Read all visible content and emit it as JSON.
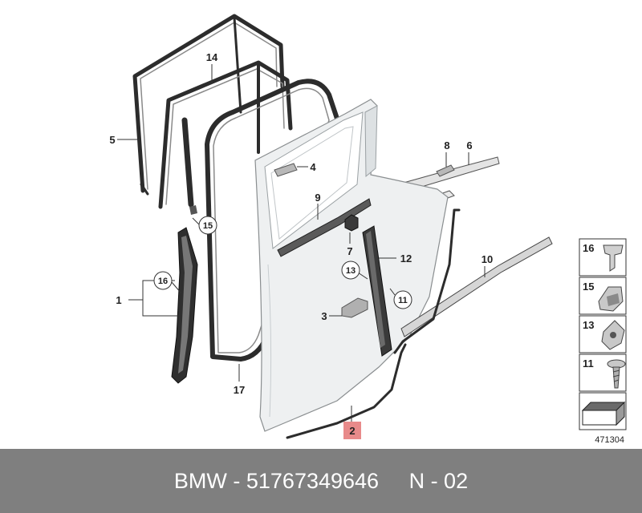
{
  "callouts": {
    "p1": "1",
    "p2": "2",
    "p3": "3",
    "p4": "4",
    "p5": "5",
    "p6": "6",
    "p7": "7",
    "p8": "8",
    "p9": "9",
    "p10": "10",
    "p12": "12",
    "p14": "14",
    "p17": "17",
    "c11": "11",
    "c13": "13",
    "c15": "15",
    "c16": "16"
  },
  "legend": [
    {
      "number": "16",
      "icon": "clip-icon"
    },
    {
      "number": "15",
      "icon": "nut-clip-icon"
    },
    {
      "number": "13",
      "icon": "expanding-nut-icon"
    },
    {
      "number": "11",
      "icon": "screw-icon"
    },
    {
      "number": "",
      "icon": "sealing-tape-icon"
    }
  ],
  "diagram_number": "471304",
  "footer": {
    "text": "BMW - 51767349646     N - 02"
  },
  "colors": {
    "footer_bg": "#7f7f7f",
    "part2_highlight": "#e88a8a",
    "door_panel": "#eef0f1"
  }
}
